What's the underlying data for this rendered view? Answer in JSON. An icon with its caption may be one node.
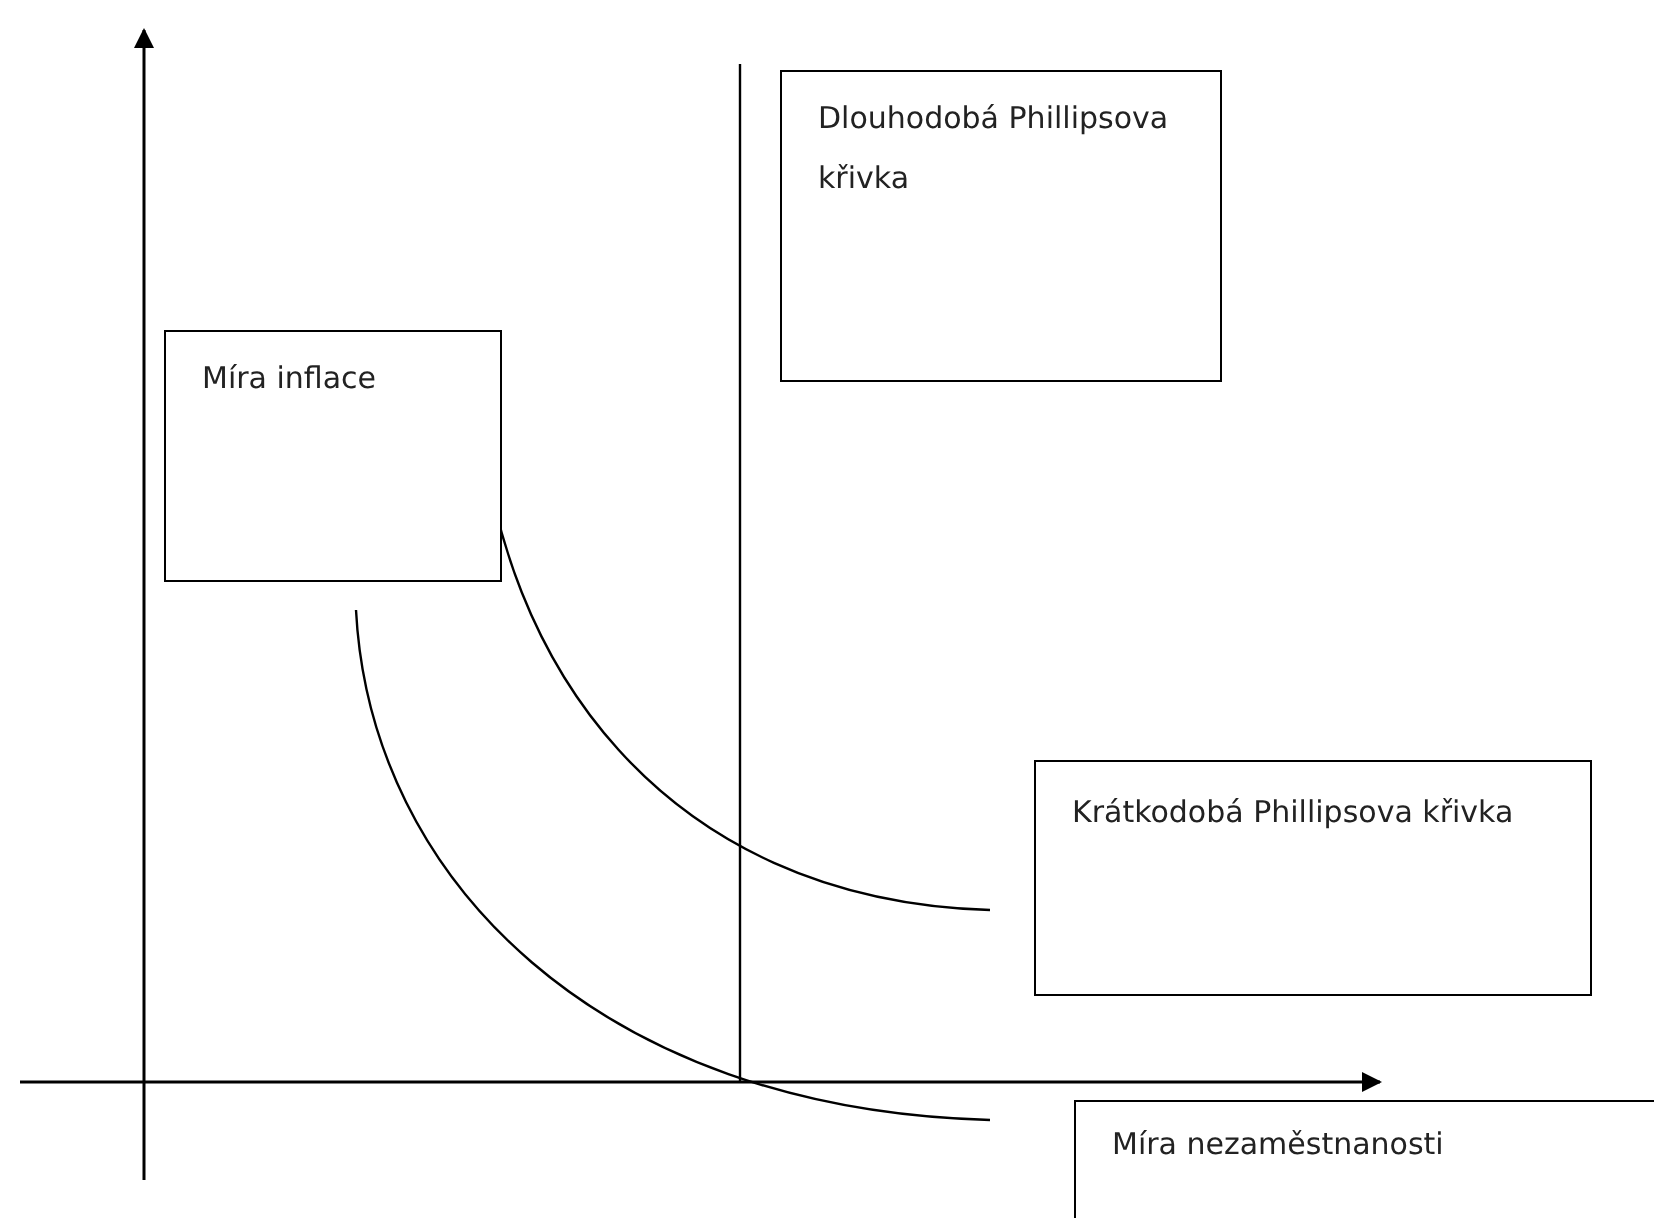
{
  "diagram": {
    "nodes": [
      {
        "text": [
          "Dlouhodobá Phillipsova křivka"
        ]
      },
      {
        "text": [
          "Míra inflace"
        ]
      },
      {
        "text": [
          "Krátkodobá Phillipsova křivka"
        ]
      },
      {
        "text": [
          "Míra nezaměstnanosti"
        ]
      }
    ],
    "edges": []
  }
}
